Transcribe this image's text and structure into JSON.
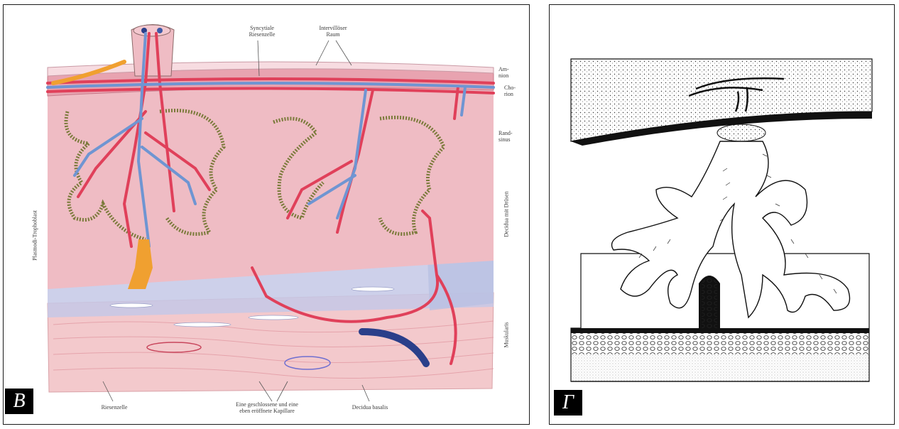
{
  "panels": [
    {
      "letter": "В",
      "labels": {
        "syncytial": "Syncytiale\nRiesenzelle",
        "intervillous": "Intervillöser\nRaum",
        "amnion": "Am-\nnion",
        "chorion": "Cho-\nrion",
        "randsinus": "Rand-\nsinus",
        "trophoblast": "Plasmodi-Trophoblast",
        "decidua_deep": "Decidua mit Drüsen",
        "muscularis": "Muskularis",
        "giant_cell": "Riesenzelle",
        "capillaries": "Eine geschlossene und eine\neben eröffnete Kapillare",
        "decidua_basalis": "Decidua basalis"
      }
    },
    {
      "letter": "Г"
    }
  ],
  "colors": {
    "artery": "#e0405a",
    "vein": "#6f95d2",
    "tissue": "#efbcc4",
    "decidua": "#b7bedf",
    "trophoblast_edge": "#7a7a3a",
    "orange": "#f0a030",
    "dark_vein": "#2a3f8a"
  }
}
